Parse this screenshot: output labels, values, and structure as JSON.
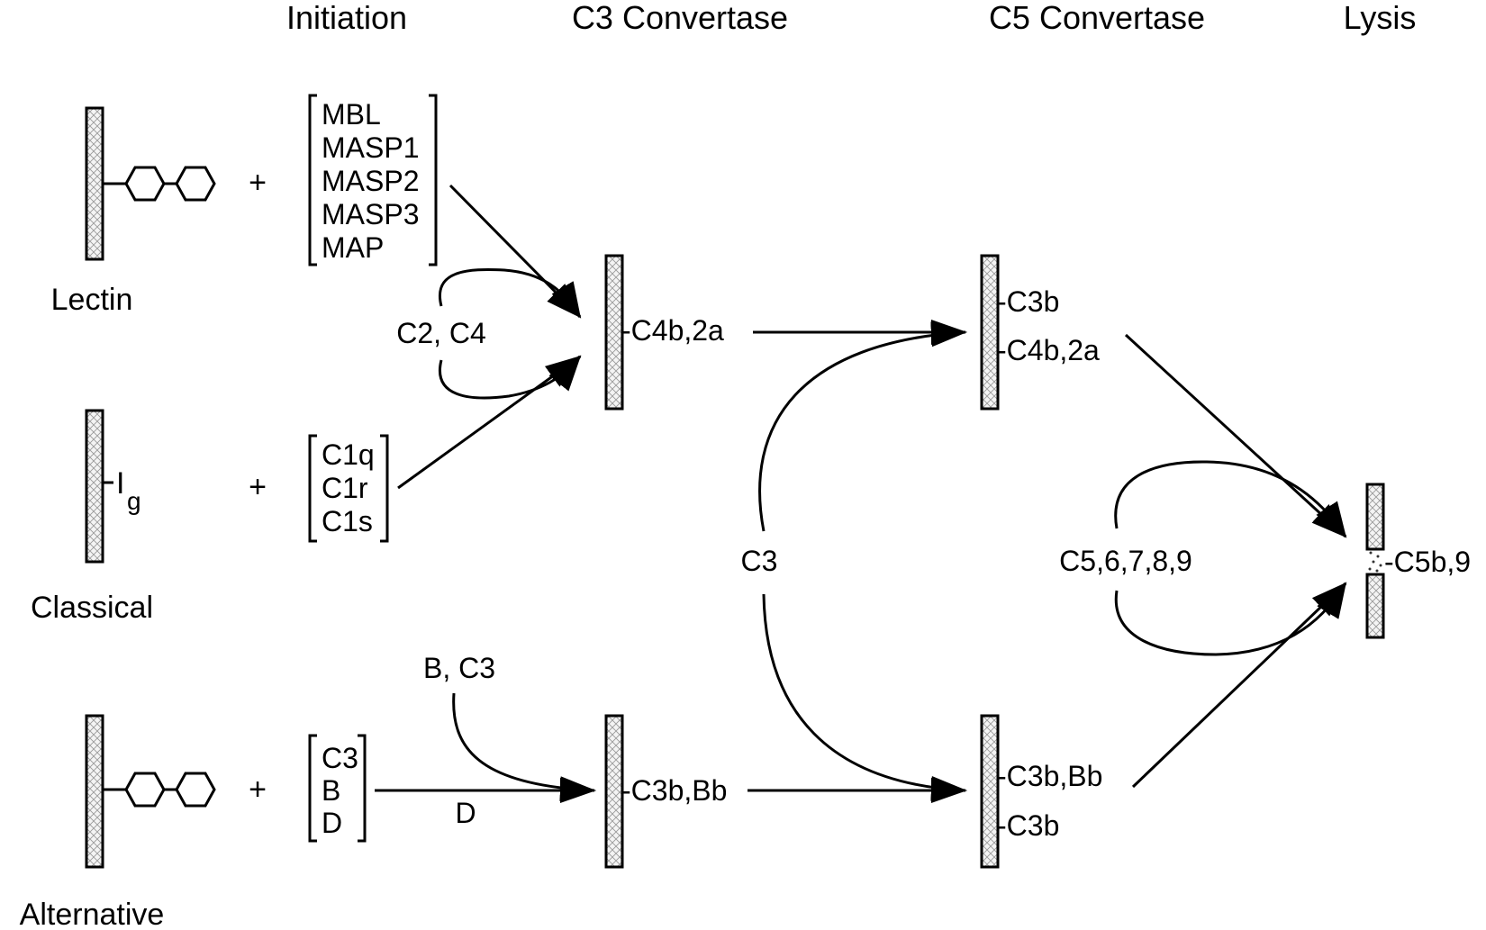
{
  "headers": {
    "initiation": "Initiation",
    "c3_convertase": "C3 Convertase",
    "c5_convertase": "C5 Convertase",
    "lysis": "Lysis"
  },
  "pathways": {
    "lectin": "Lectin",
    "classical": "Classical",
    "alternative": "Alternative"
  },
  "plus": "+",
  "lectin_components": [
    "MBL",
    "MASP1",
    "MASP2",
    "MASP3",
    "MAP"
  ],
  "classical_components": [
    "C1q",
    "C1r",
    "C1s"
  ],
  "alternative_components": [
    "C3",
    "B",
    "D"
  ],
  "ig": {
    "main": "I",
    "subscript": "g"
  },
  "labels": {
    "c2_c4": "C2, C4",
    "b_c3": "B, C3",
    "d": "D",
    "c3": "C3",
    "c5_9": "C5,6,7,8,9"
  },
  "complexes": {
    "c4b2a": "-C4b,2a",
    "c3bbb": "-C3b,Bb",
    "c5_top_c3b": "-C3b",
    "c5_top_c4b2a": "-C4b,2a",
    "c5_bottom_c3bbb": "-C3b,Bb",
    "c5_bottom_c3b": "-C3b",
    "lysis": "-C5b,9"
  }
}
